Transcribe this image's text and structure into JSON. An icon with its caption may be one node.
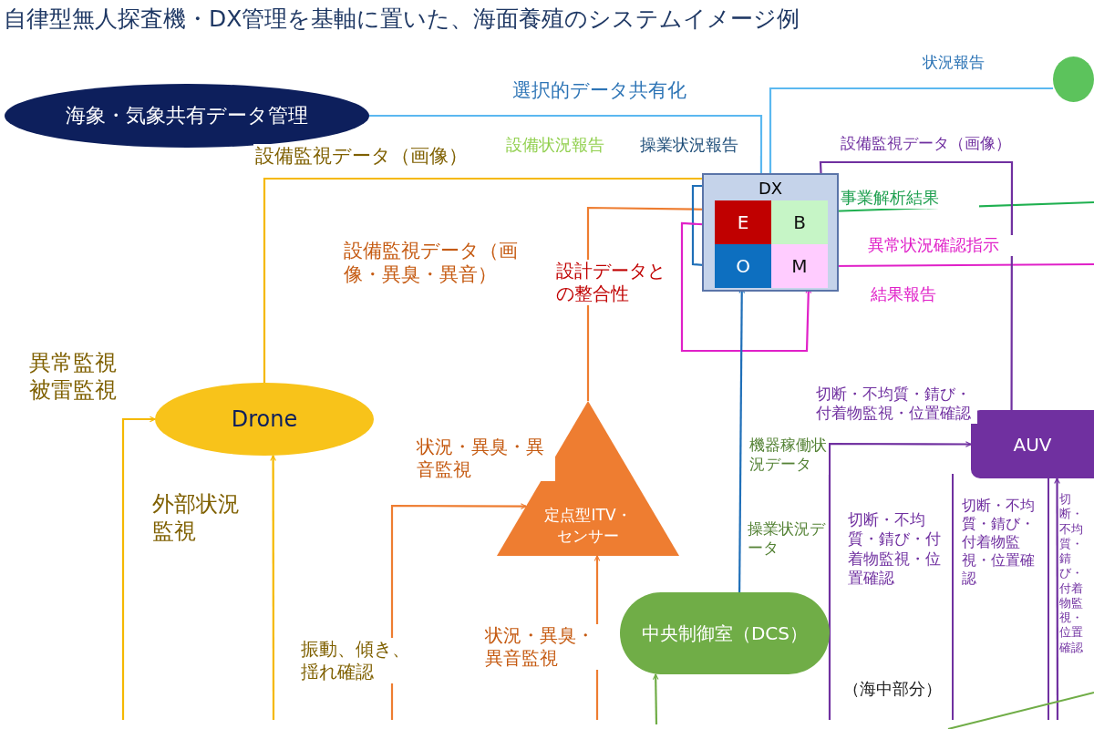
{
  "diagram": {
    "title": "自律型無人探査機・DX管理を基軸に置いた、海面養殖のシステムイメージ例",
    "nodes": [
      {
        "text": [
          "海象・気象共有データ管理"
        ]
      },
      {
        "text": [],
        "shape": "ellipse"
      },
      {
        "text": [
          "DX"
        ]
      },
      {
        "text": [
          "E"
        ],
        "in": 2
      },
      {
        "text": [
          "B"
        ],
        "in": 2
      },
      {
        "text": [
          "O"
        ],
        "in": 2
      },
      {
        "text": [
          "M"
        ],
        "in": 2
      },
      {
        "text": [
          "Drone"
        ]
      },
      {
        "text": [
          "定点型ITV・センサー"
        ]
      },
      {
        "text": [
          "AUV"
        ]
      },
      {
        "text": [
          "中央制御室（DCS）"
        ]
      }
    ],
    "edges": [
      {
        "from": 0,
        "to": 2,
        "arrow": "none",
        "label": "選択的データ共有化",
        "color": "#5bb8f0"
      },
      {
        "from": 2,
        "to": 1,
        "arrow": "none",
        "label": "状況報告",
        "color": "#5bb8f0"
      },
      {
        "from": 7,
        "to": 3,
        "arrow": "to",
        "label": "設備監視データ（画像）",
        "color": "#f5b800"
      },
      {
        "from": 8,
        "to": 3,
        "arrow": "to",
        "label": "設備監視データ（画像・異臭・異音）",
        "color": "#ee7d31"
      },
      {
        "from": 5,
        "to": 4,
        "arrow": "to",
        "label": "操業状況報告",
        "color": "#1f6fb8"
      },
      {
        "from": 3,
        "to": 6,
        "arrow": "both",
        "color": "#e020c8"
      },
      {
        "from": 4,
        "to": null,
        "arrow": "none",
        "label": "事業解析結果",
        "color": "#1fb050"
      },
      {
        "from": null,
        "to": 6,
        "arrow": "to",
        "label": "異常状況確認指示",
        "color": "#e020c8"
      },
      {
        "from": 9,
        "to": 2,
        "arrow": "none",
        "label": "設備監視データ（画像）",
        "color": "#7030a0"
      },
      {
        "from": 10,
        "to": 5,
        "arrow": "to",
        "label": "機器稼働状況データ",
        "color": "#1f6fb8"
      },
      {
        "from": null,
        "to": 9,
        "arrow": "to",
        "label": "切断・不均質・錆び・付着物監視・位置確認",
        "color": "#7030a0"
      },
      {
        "from": null,
        "to": 9,
        "arrow": "to",
        "color": "#7030a0"
      },
      {
        "from": null,
        "to": 7,
        "arrow": "to",
        "label": "異常監視被雷監視",
        "color": "#f5b800"
      },
      {
        "from": null,
        "to": 7,
        "arrow": "to",
        "label": "外部状況監視",
        "color": "#f5b800"
      },
      {
        "from": null,
        "to": 8,
        "arrow": "to",
        "label": "状況・異臭・異音監視",
        "color": "#ee7d31"
      },
      {
        "from": null,
        "to": 8,
        "arrow": "to",
        "label": "状況・異臭・異音監視",
        "color": "#ee7d31"
      },
      {
        "from": null,
        "to": 10,
        "arrow": "to",
        "color": "#70ad47"
      }
    ],
    "labels": [
      "設備状況報告",
      "設計データとの整合性",
      "結果報告",
      "操業状況データ",
      "切断・不均質・錆び・付着物監視・位置確認",
      "切断・不均質・錆び・付着物監視・位置確認",
      "切断・不均質・錆び・付着物監視・位置確認",
      "振動、傾き、揺れ確認",
      "（海中部分）"
    ]
  }
}
